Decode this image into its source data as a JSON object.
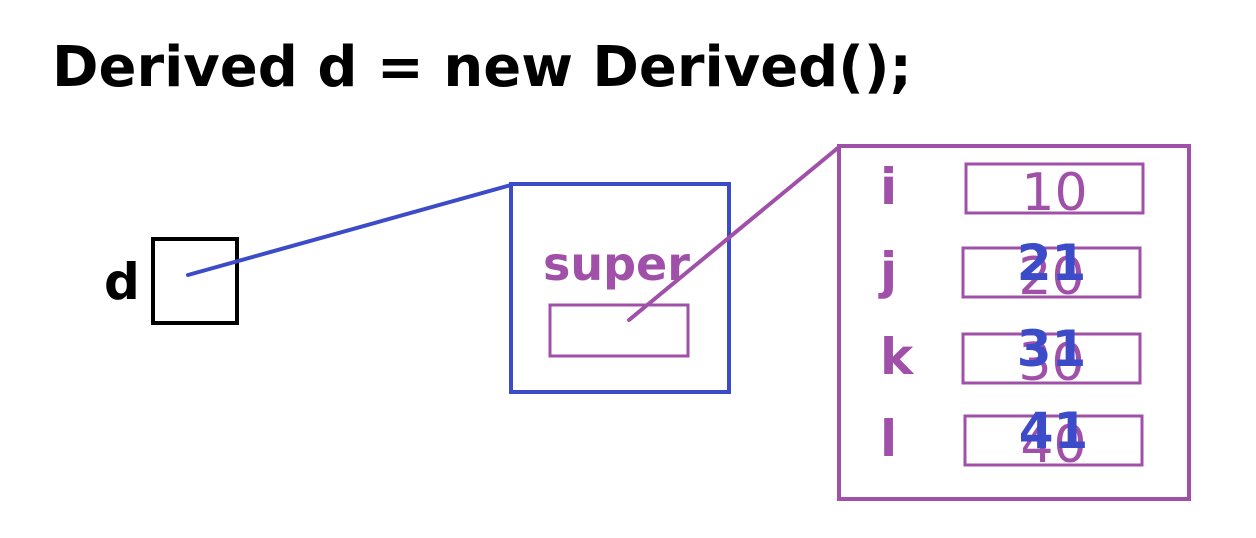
{
  "code_line": "Derived d = new Derived();",
  "variable": {
    "name": "d"
  },
  "derived_object": {
    "super_label": "super"
  },
  "fields": [
    {
      "name": "i",
      "old_value": "10",
      "new_value": ""
    },
    {
      "name": "j",
      "old_value": "20",
      "new_value": "21"
    },
    {
      "name": "k",
      "old_value": "30",
      "new_value": "31"
    },
    {
      "name": "l",
      "old_value": "40",
      "new_value": "41"
    }
  ],
  "colors": {
    "code": "#000000",
    "variable_box": "#000000",
    "derived_box": "#3c4cc8",
    "reference_line_blue": "#3c4cc8",
    "base_box": "#a050a8",
    "reference_line_purple": "#a050a8",
    "super_text": "#a050a8",
    "field_text": "#a050a8",
    "old_value_text": "#a050a8",
    "new_value_text": "#3c4cc8"
  }
}
